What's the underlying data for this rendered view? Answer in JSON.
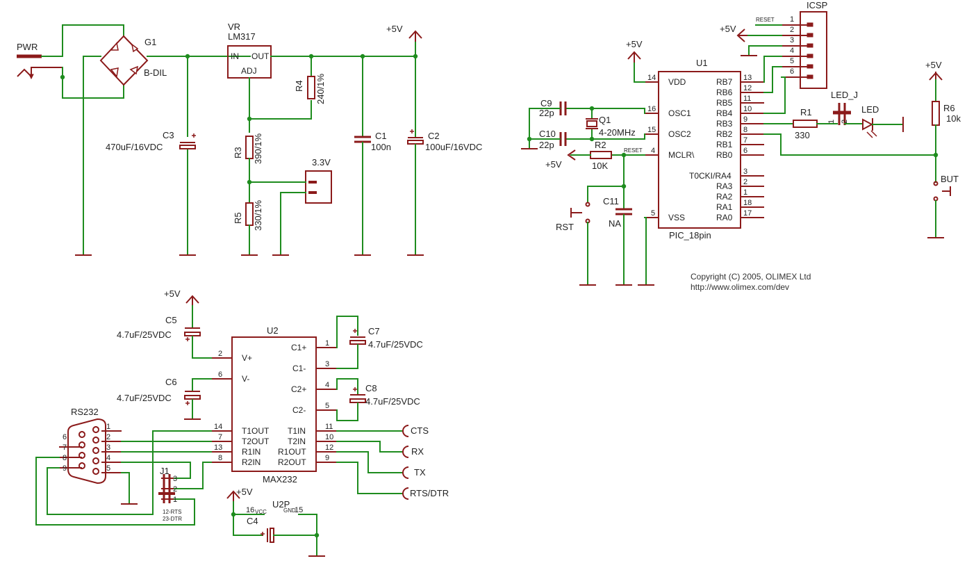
{
  "components": {
    "pwr": "PWR",
    "g1": "G1",
    "bdil": "B-DIL",
    "vr": "VR",
    "lm317": "LM317",
    "in": "IN",
    "out": "OUT",
    "adj": "ADJ",
    "plus5v": "+5V",
    "c3": "C3",
    "c3_val": "470uF/16VDC",
    "r4": "R4",
    "r4_val": "240/1%",
    "c1": "C1",
    "c1_val": "100n",
    "c2": "C2",
    "c2_val": "100uF/16VDC",
    "r3": "R3",
    "r3_val": "390/1%",
    "v33": "3.3V",
    "r5": "R5",
    "r5_val": "330/1%",
    "icsp": "ICSP",
    "icsp_reset": "RESET",
    "icsp_pins": [
      "1",
      "2",
      "3",
      "4",
      "5",
      "6"
    ],
    "u1": "U1",
    "u1_left": [
      "VDD",
      "OSC1",
      "OSC2",
      "MCLR\\",
      "VSS"
    ],
    "u1_left_pins": [
      "14",
      "16",
      "15",
      "4",
      "5"
    ],
    "u1_right": [
      "RB7",
      "RB6",
      "RB5",
      "RB4",
      "RB3",
      "RB2",
      "RB1",
      "RB0",
      "T0CKI/RA4",
      "RA3",
      "RA2",
      "RA1",
      "RA0"
    ],
    "u1_right_pins": [
      "13",
      "12",
      "11",
      "10",
      "9",
      "8",
      "7",
      "6",
      "3",
      "2",
      "1",
      "18",
      "17"
    ],
    "pic": "PIC_18pin",
    "c9": "C9",
    "c9_val": "22p",
    "c10": "C10",
    "c10_val": "22p",
    "q1": "Q1",
    "q1_val": "4-20MHz",
    "r2": "R2",
    "r2_val": "10K",
    "reset": "RESET",
    "c11": "C11",
    "c11_val": "NA",
    "rst": "RST",
    "r1": "R1",
    "r1_val": "330",
    "led_j": "LED_J",
    "led": "LED",
    "ledj_pin1": "1",
    "ledj_pin2": "2",
    "r6": "R6",
    "r6_val": "10k",
    "but": "BUT",
    "copyright": "Copyright (C) 2005, OLIMEX Ltd",
    "url": "http://www.olimex.com/dev",
    "c5": "C5",
    "c5_val": "4.7uF/25VDC",
    "c6": "C6",
    "c6_val": "4.7uF/25VDC",
    "c7": "C7",
    "c7_val": "4.7uF/25VDC",
    "c8": "C8",
    "c8_val": "4.7uF/25VDC",
    "u2": "U2",
    "max232": "MAX232",
    "u2_left": [
      "V+",
      "V-",
      "T1OUT",
      "T2OUT",
      "R1IN",
      "R2IN"
    ],
    "u2_left_pins": [
      "2",
      "6",
      "14",
      "7",
      "13",
      "8"
    ],
    "u2_right": [
      "C1+",
      "C1-",
      "C2+",
      "C2-",
      "T1IN",
      "T2IN",
      "R1OUT",
      "R2OUT"
    ],
    "u2_right_pins": [
      "1",
      "3",
      "4",
      "5",
      "11",
      "10",
      "12",
      "9"
    ],
    "cts": "CTS",
    "rx": "RX",
    "tx": "TX",
    "rtsdtr": "RTS/DTR",
    "rs232": "RS232",
    "rs232_right_pins": [
      "1",
      "2",
      "3",
      "4",
      "5"
    ],
    "rs232_left_pins": [
      "6",
      "7",
      "8",
      "9"
    ],
    "j1": "J1",
    "j1_pins": [
      "3",
      "2",
      "1"
    ],
    "j1_note1": "12-RTS",
    "j1_note2": "23-DTR",
    "u2p": "U2P",
    "vcc_pin": "16",
    "vcc": "VCC",
    "gnd": "GND",
    "gnd_pin": "15",
    "c4": "C4"
  }
}
